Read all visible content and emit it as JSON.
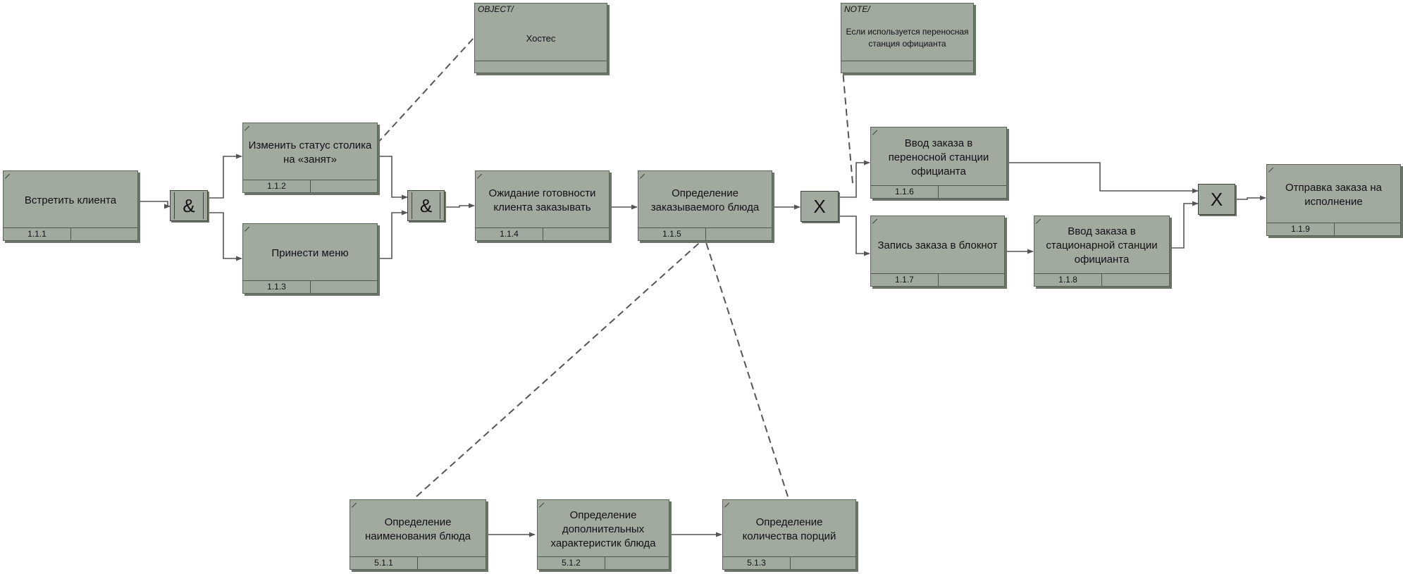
{
  "activities": [
    {
      "key": "a111",
      "title": "Встретить клиента",
      "number": "1.1.1"
    },
    {
      "key": "a112",
      "title": "Изменить статус столика на «занят»",
      "number": "1.1.2"
    },
    {
      "key": "a113",
      "title": "Принести меню",
      "number": "1.1.3"
    },
    {
      "key": "a114",
      "title": "Ожидание готовности клиента заказывать",
      "number": "1.1.4"
    },
    {
      "key": "a115",
      "title": "Определение заказываемого блюда",
      "number": "1.1.5"
    },
    {
      "key": "a116",
      "title": "Ввод заказа в переносной станции официанта",
      "number": "1.1.6"
    },
    {
      "key": "a117",
      "title": "Запись заказа в блокнот",
      "number": "1.1.7"
    },
    {
      "key": "a118",
      "title": "Ввод заказа в стационарной станции официанта",
      "number": "1.1.8"
    },
    {
      "key": "a119",
      "title": "Отправка заказа на исполнение",
      "number": "1.1.9"
    },
    {
      "key": "a511",
      "title": "Определение наименования блюда",
      "number": "5.1.1"
    },
    {
      "key": "a512",
      "title": "Определение дополнительных характеристик блюда",
      "number": "5.1.2"
    },
    {
      "key": "a513",
      "title": "Определение количества порций",
      "number": "5.1.3"
    }
  ],
  "junctions": [
    {
      "key": "j1",
      "symbol": "&"
    },
    {
      "key": "j2",
      "symbol": "&"
    },
    {
      "key": "j3",
      "symbol": "X"
    },
    {
      "key": "j4",
      "symbol": "X"
    }
  ],
  "annotations": {
    "object": {
      "tag": "OBJECT/",
      "text": "Хостес"
    },
    "note": {
      "tag": "NOTE/",
      "text": "Если используется переносная станция официанта"
    }
  },
  "colors": {
    "box_fill": "#a2aaa0",
    "line": "#555555"
  }
}
